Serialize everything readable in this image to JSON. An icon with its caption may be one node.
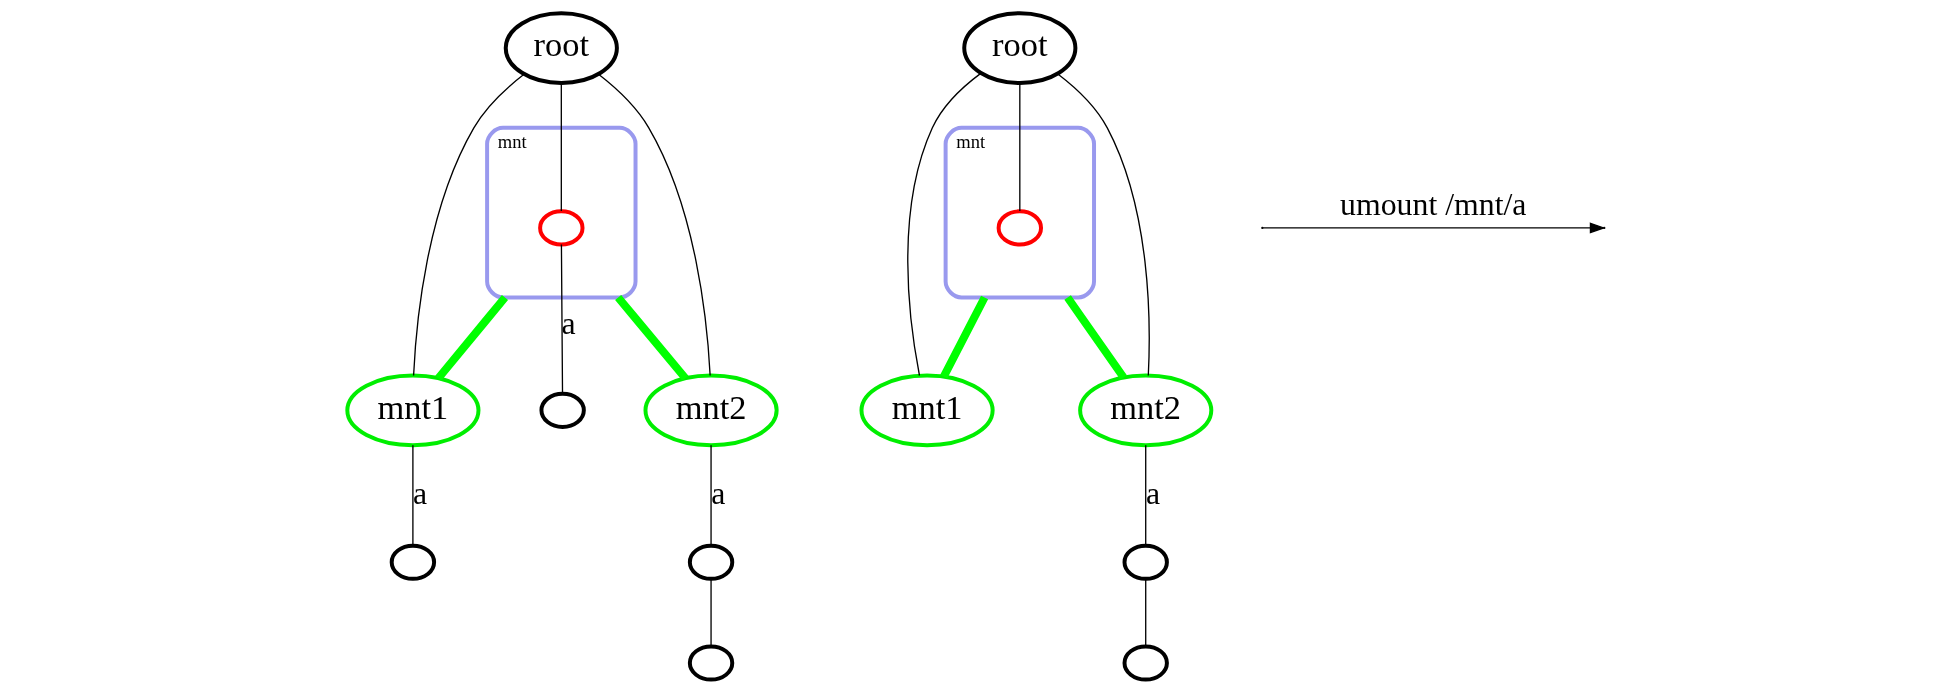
{
  "diagram": {
    "nodes": [
      {
        "text": [
          "root"
        ]
      },
      {
        "text": [
          "mnt"
        ]
      },
      {
        "text": [],
        "shape": "circle",
        "in": 1
      },
      {
        "text": [
          "mnt1"
        ]
      },
      {
        "text": [
          "mnt2"
        ]
      },
      {
        "text": [],
        "shape": "circle"
      },
      {
        "text": [],
        "shape": "circle"
      },
      {
        "text": [],
        "shape": "circle"
      },
      {
        "text": [],
        "shape": "circle"
      },
      {
        "text": [
          "root"
        ]
      },
      {
        "text": [
          "mnt"
        ]
      },
      {
        "text": [],
        "shape": "circle",
        "in": 10
      },
      {
        "text": [
          "mnt1"
        ]
      },
      {
        "text": [
          "mnt2"
        ]
      },
      {
        "text": [],
        "shape": "circle"
      },
      {
        "text": [],
        "shape": "circle"
      }
    ],
    "edges": [
      {
        "from": 0,
        "to": 2,
        "arrow": "none"
      },
      {
        "from": 0,
        "to": 3,
        "arrow": "none"
      },
      {
        "from": 0,
        "to": 4,
        "arrow": "none"
      },
      {
        "from": 1,
        "to": 3,
        "arrow": "none",
        "style": "thick",
        "color": "#00ff00"
      },
      {
        "from": 1,
        "to": 4,
        "arrow": "none",
        "style": "thick",
        "color": "#00ff00"
      },
      {
        "from": 2,
        "to": 5,
        "arrow": "none",
        "label": "a"
      },
      {
        "from": 3,
        "to": 6,
        "arrow": "none",
        "label": "a"
      },
      {
        "from": 4,
        "to": 7,
        "arrow": "none",
        "label": "a"
      },
      {
        "from": 7,
        "to": 8,
        "arrow": "none"
      },
      {
        "from": 9,
        "to": 11,
        "arrow": "none"
      },
      {
        "from": 9,
        "to": 12,
        "arrow": "none"
      },
      {
        "from": 9,
        "to": 13,
        "arrow": "none"
      },
      {
        "from": 10,
        "to": 12,
        "arrow": "none",
        "style": "thick",
        "color": "#00ff00"
      },
      {
        "from": 10,
        "to": 13,
        "arrow": "none",
        "style": "thick",
        "color": "#00ff00"
      },
      {
        "from": 13,
        "to": 14,
        "arrow": "none",
        "label": "a"
      },
      {
        "from": 14,
        "to": 15,
        "arrow": "none"
      }
    ],
    "labels": [
      "umount /mnt/a"
    ]
  }
}
